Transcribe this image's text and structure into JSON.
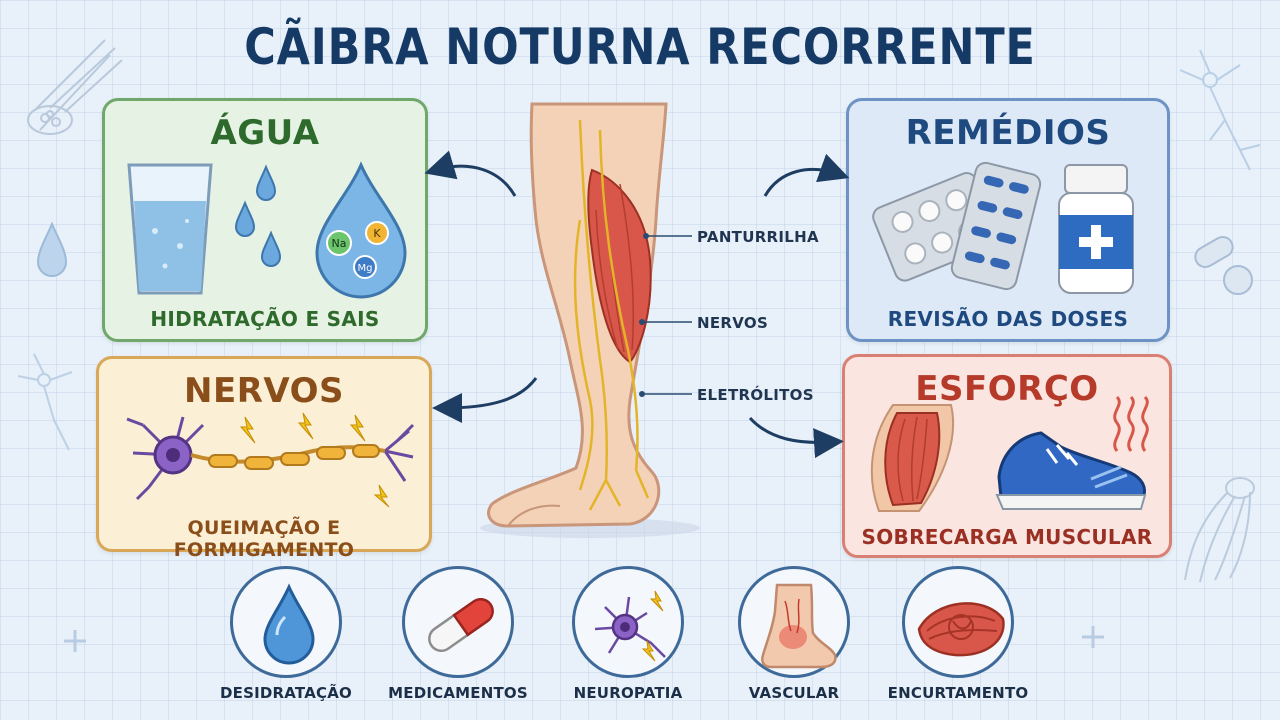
{
  "title": "CÃIBRA NOTURNA RECORRENTE",
  "cards": {
    "agua": {
      "heading": "ÁGUA",
      "caption": "HIDRATAÇÃO E SAIS",
      "minerals": [
        "Na",
        "K",
        "Mg"
      ]
    },
    "remedios": {
      "heading": "REMÉDIOS",
      "caption": "REVISÃO DAS DOSES"
    },
    "nervos": {
      "heading": "NERVOS",
      "caption": "QUEIMAÇÃO E FORMIGAMENTO"
    },
    "esforco": {
      "heading": "ESFORÇO",
      "caption": "SOBRECARGA MUSCULAR"
    }
  },
  "leg_labels": [
    "PANTURRILHA",
    "NERVOS",
    "ELETRÓLITOS"
  ],
  "bottom_icons": [
    {
      "label": "DESIDRATAÇÃO",
      "icon": "water-drop-icon"
    },
    {
      "label": "MEDICAMENTOS",
      "icon": "capsule-icon"
    },
    {
      "label": "NEUROPATIA",
      "icon": "neuron-icon"
    },
    {
      "label": "VASCULAR",
      "icon": "swollen-foot-icon"
    },
    {
      "label": "ENCURTAMENTO",
      "icon": "muscle-knot-icon"
    }
  ],
  "colors": {
    "title": "#163a66",
    "agua": "#2d6a2b",
    "remedios": "#1e4a80",
    "nervos": "#8a4e1a",
    "esforco": "#b63a2a"
  }
}
